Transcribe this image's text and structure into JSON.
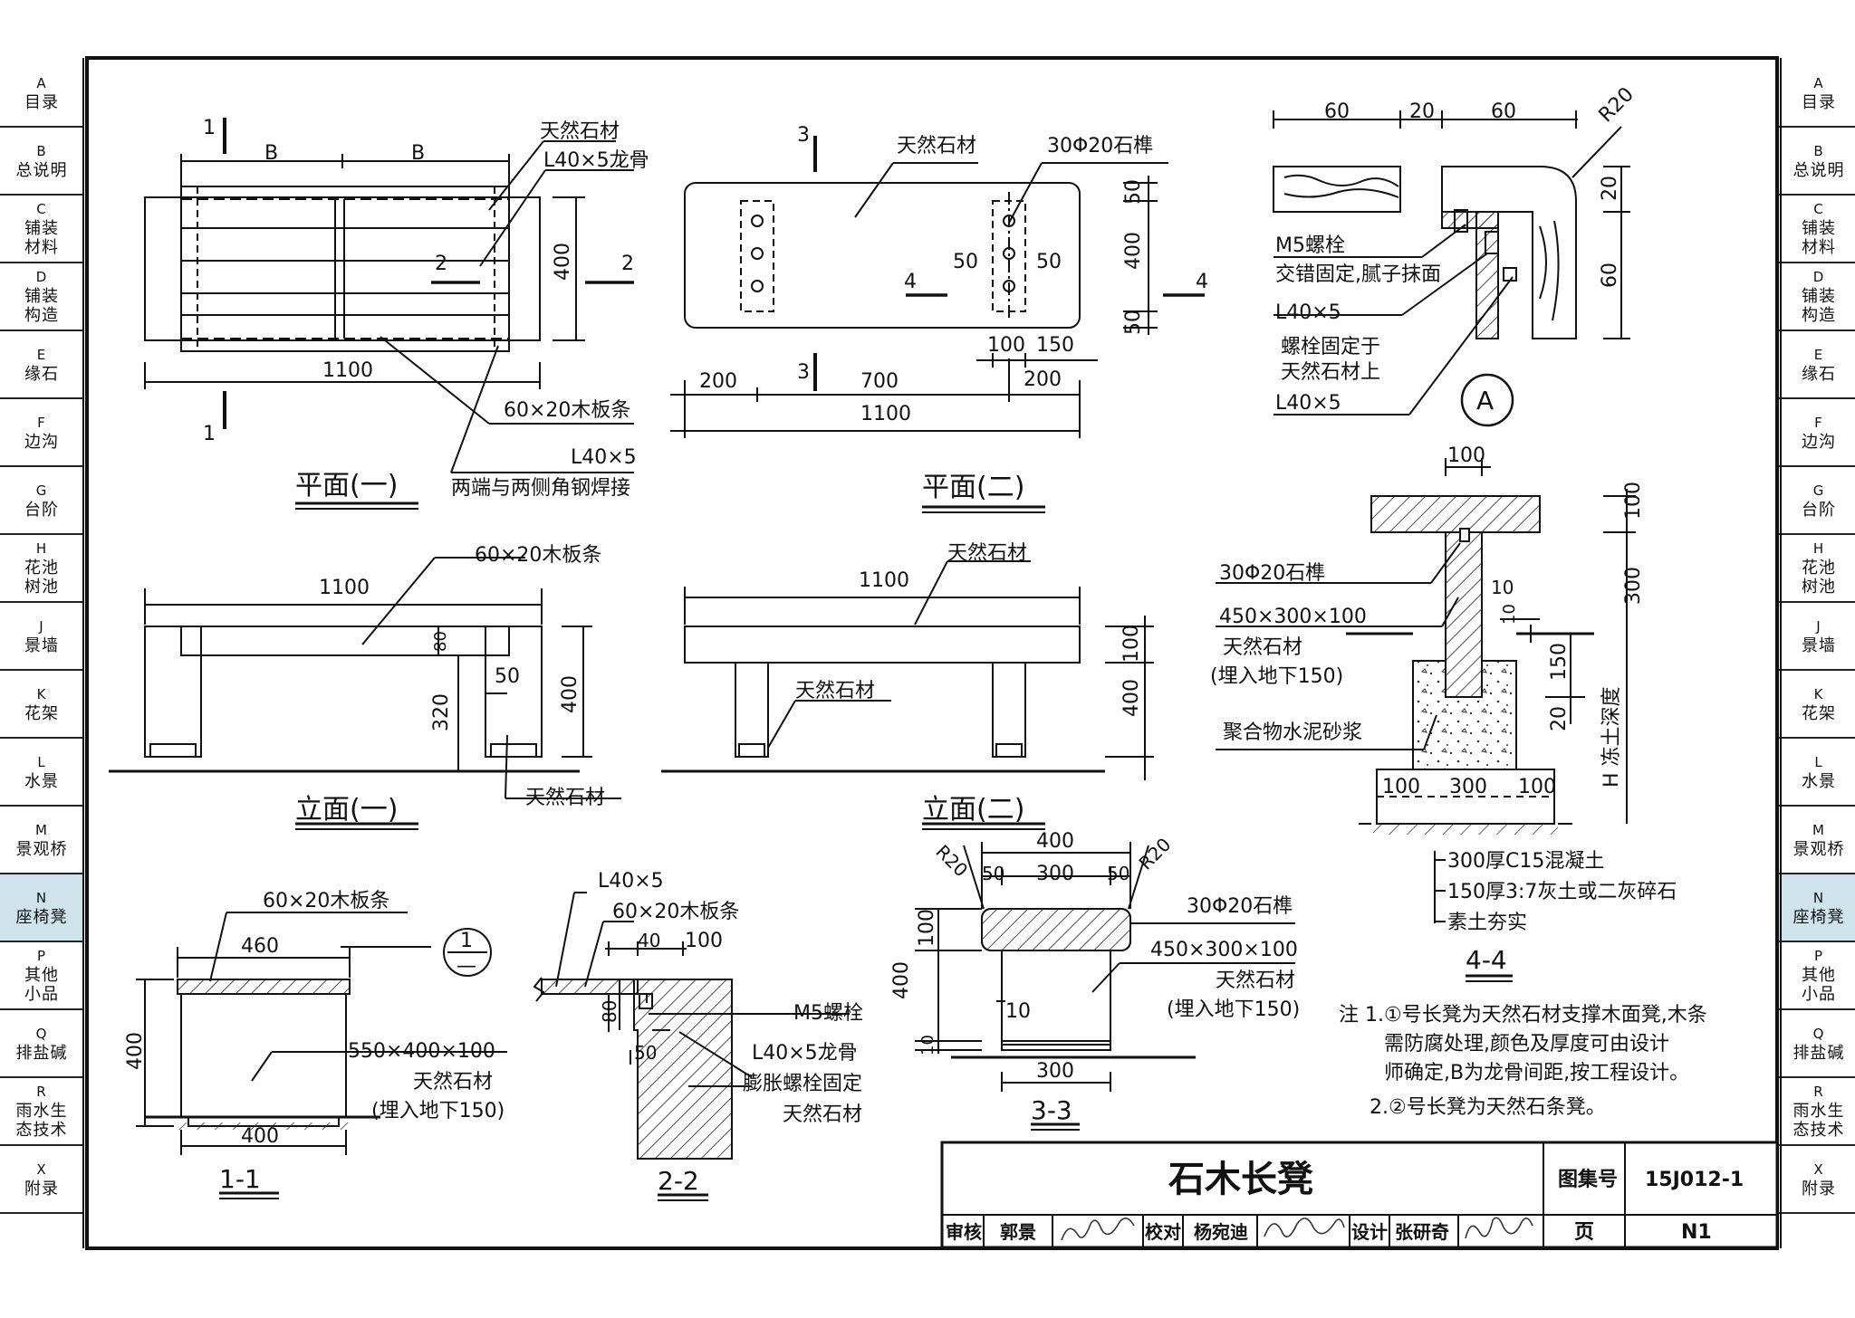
{
  "sidebar": {
    "items": [
      {
        "code": "A",
        "lines": [
          "目录"
        ]
      },
      {
        "code": "B",
        "lines": [
          "总说明"
        ]
      },
      {
        "code": "C",
        "lines": [
          "铺装",
          "材料"
        ]
      },
      {
        "code": "D",
        "lines": [
          "铺装",
          "构造"
        ]
      },
      {
        "code": "E",
        "lines": [
          "缘石"
        ]
      },
      {
        "code": "F",
        "lines": [
          "边沟"
        ]
      },
      {
        "code": "G",
        "lines": [
          "台阶"
        ]
      },
      {
        "code": "H",
        "lines": [
          "花池",
          "树池"
        ]
      },
      {
        "code": "J",
        "lines": [
          "景墙"
        ]
      },
      {
        "code": "K",
        "lines": [
          "花架"
        ]
      },
      {
        "code": "L",
        "lines": [
          "水景"
        ]
      },
      {
        "code": "M",
        "lines": [
          "景观桥"
        ]
      },
      {
        "code": "N",
        "lines": [
          "座椅凳"
        ],
        "active": true
      },
      {
        "code": "P",
        "lines": [
          "其他",
          "小品"
        ]
      },
      {
        "code": "Q",
        "lines": [
          "排盐碱"
        ]
      },
      {
        "code": "R",
        "lines": [
          "雨水生",
          "态技术"
        ]
      },
      {
        "code": "X",
        "lines": [
          "附录"
        ]
      }
    ]
  },
  "views": {
    "plan1": {
      "title": "平面(一)",
      "dims": {
        "b1": "B",
        "b2": "B",
        "width": "1100",
        "depth": "400"
      },
      "cut1": "1",
      "cut2": "2",
      "labels": {
        "stone": "天然石材",
        "keel": "L40×5龙骨",
        "slat": "60×20木板条",
        "angle": "L40×5",
        "weld": "两端与两侧角钢焊接"
      }
    },
    "plan2": {
      "title": "平面(二)",
      "dims": {
        "d200a": "200",
        "d700": "700",
        "d200b": "200",
        "d1100": "1100",
        "d100": "100",
        "d150": "150",
        "d50a": "50",
        "d50b": "50",
        "d400": "400",
        "d50c": "50",
        "d50d": "50"
      },
      "cut3": "3",
      "cut4": "4",
      "labels": {
        "stone": "天然石材",
        "tenon": "30Φ20石榫"
      }
    },
    "elev1": {
      "title": "立面(一)",
      "dims": {
        "width": "1100",
        "d80": "80",
        "d50": "50",
        "d320": "320",
        "d400": "400"
      },
      "labels": {
        "slat": "60×20木板条",
        "stone": "天然石材"
      }
    },
    "elev2": {
      "title": "立面(二)",
      "dims": {
        "width": "1100",
        "d100": "100",
        "d400": "400"
      },
      "labels": {
        "stone1": "天然石材",
        "stone2": "天然石材"
      }
    },
    "detailA": {
      "symbol": "A",
      "dims": {
        "d60a": "60",
        "d20": "20",
        "d60b": "60",
        "r20": "R20",
        "v20": "20",
        "v60": "60"
      },
      "labels": {
        "bolt": "M5螺栓",
        "fix": "交错固定,腻子抹面",
        "angle1": "L40×5",
        "fix2a": "螺栓固定于",
        "fix2b": "天然石材上",
        "angle2": "L40×5"
      }
    },
    "sec44": {
      "title": "4-4",
      "dims": {
        "d100top": "100",
        "v100": "100",
        "v300": "300",
        "d10a": "10",
        "d10b": "10",
        "v150": "150",
        "v20": "20",
        "b100a": "100",
        "b300": "300",
        "b100b": "100",
        "frost": "H 冻土深度"
      },
      "labels": {
        "tenon": "30Φ20石榫",
        "block": "450×300×100",
        "stone": "天然石材",
        "buried": "(埋入地下150)",
        "mortar": "聚合物水泥砂浆",
        "c15": "300厚C15混凝土",
        "lime": "150厚3:7灰土或二灰碎石",
        "soil": "素土夯实"
      }
    },
    "sec11": {
      "title": "1-1",
      "dims": {
        "d460": "460",
        "d400h": "400",
        "d400v": "400"
      },
      "detail_ref": {
        "top": "1",
        "bottom": "—"
      },
      "labels": {
        "slat": "60×20木板条",
        "block": "550×400×100",
        "stone": "天然石材",
        "buried": "(埋入地下150)"
      }
    },
    "sec22": {
      "title": "2-2",
      "dims": {
        "d40": "40",
        "d100": "100",
        "d80": "80",
        "d50": "50"
      },
      "labels": {
        "angle": "L40×5",
        "slat": "60×20木板条",
        "bolt": "M5螺栓",
        "keel": "L40×5龙骨",
        "exp1": "膨胀螺栓固定",
        "exp2": "天然石材"
      }
    },
    "sec33": {
      "title": "3-3",
      "dims": {
        "d400": "400",
        "d50a": "50",
        "d300": "300",
        "d50b": "50",
        "r20a": "R20",
        "r20b": "R20",
        "v100": "100",
        "v400": "400",
        "v10": "10",
        "d10": "10",
        "d300b": "300"
      },
      "labels": {
        "tenon": "30Φ20石榫",
        "block": "450×300×100",
        "stone": "天然石材",
        "buried": "(埋入地下150)"
      }
    }
  },
  "notes": [
    "注 1.①号长凳为天然石材支撑木面凳,木条",
    "需防腐处理,颜色及厚度可由设计",
    "师确定,B为龙骨间距,按工程设计。",
    "2.②号长凳为天然石条凳。"
  ],
  "title_block": {
    "title": "石木长凳",
    "atlas_label": "图集号",
    "atlas_no": "15J012-1",
    "page_label": "页",
    "page_no": "N1",
    "review_label": "审核",
    "reviewer": "郭景",
    "check_label": "校对",
    "checker": "杨宛迪",
    "design_label": "设计",
    "designer": "张研奇"
  }
}
